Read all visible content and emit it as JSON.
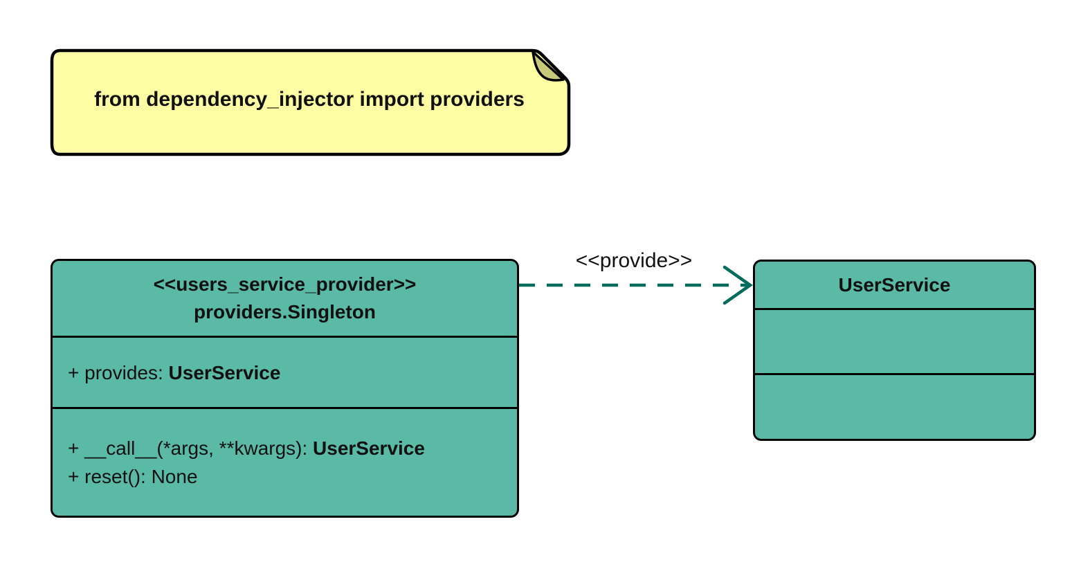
{
  "note": {
    "text": "from dependency_injector import providers"
  },
  "singleton_class": {
    "stereotype": "<<users_service_provider>>",
    "name": "providers.Singleton",
    "attributes": [
      {
        "prefix": "+ provides: ",
        "type": "UserService"
      }
    ],
    "methods": [
      {
        "prefix": "+ __call__(*args, **kwargs): ",
        "type": "UserService"
      },
      {
        "prefix": "+ reset(): None",
        "type": ""
      }
    ]
  },
  "dependency_arrow": {
    "label": "<<provide>>",
    "from": "providers.Singleton",
    "to": "UserService",
    "style": "dashed-open-arrowhead"
  },
  "user_service_class": {
    "name": "UserService"
  },
  "colors": {
    "class_fill": "#5ABAA6",
    "class_border": "#000000",
    "note_fill": "#FDFDA4",
    "note_fold": "#C9C97E",
    "arrow": "#046C5C",
    "text": "#111111",
    "background": "#FFFFFF"
  }
}
